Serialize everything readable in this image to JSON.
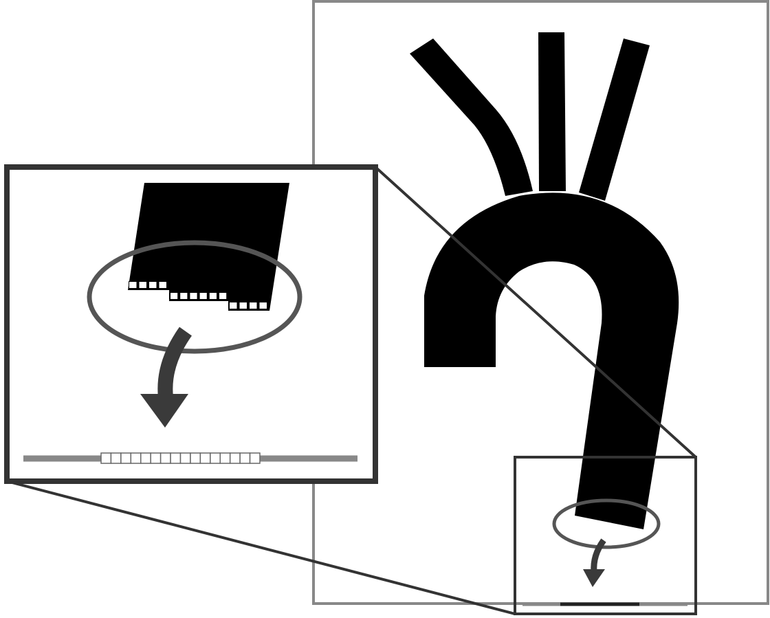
{
  "figure": {
    "main_panel": {
      "vessel": "aortic-arch",
      "branches": 3,
      "marker": "outlet-ring",
      "arrow": "curved-down"
    },
    "zoom_inset": {
      "subject": "aorta-outlet-close-up",
      "stair_cells_row1": 4,
      "stair_cells_row2": 6,
      "stair_cells_row3": 4,
      "plate_cells": 16
    },
    "colors": {
      "vessel": "#000000",
      "frame": "#888888",
      "callout": "#333333",
      "ring": "#555555",
      "arrow": "#3a3a3a",
      "plate": "#888888",
      "plate_center": "#222222"
    }
  }
}
